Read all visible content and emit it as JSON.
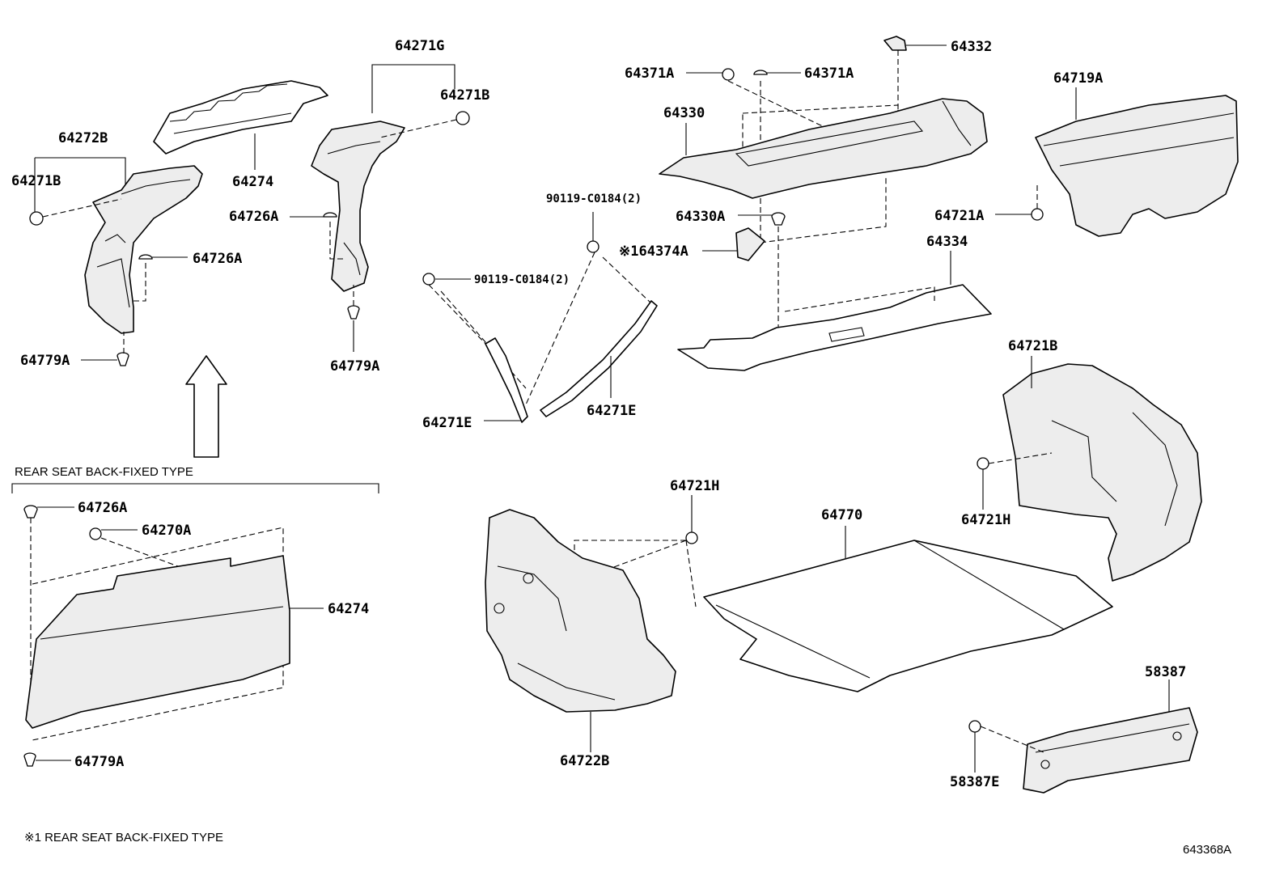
{
  "labels": {
    "l64271G": "64271G",
    "l64271B_top": "64271B",
    "l64272B": "64272B",
    "l64271B_left": "64271B",
    "l64274_top": "64274",
    "l64726A_mid": "64726A",
    "l64726A_left": "64726A",
    "l64779A_left": "64779A",
    "l64779A_mid": "64779A",
    "l90119_upper": "90119-C0184(2)",
    "l90119_lower": "90119-C0184(2)",
    "l64271E_left": "64271E",
    "l64271E_right": "64271E",
    "l64371A_left": "64371A",
    "l64371A_right": "64371A",
    "l64332": "64332",
    "l64330": "64330",
    "l64374A": "※164374A",
    "l64330A": "64330A",
    "l64334": "64334",
    "l64719A": "64719A",
    "l64721A": "64721A",
    "l64721B": "64721B",
    "l64721H_right": "64721H",
    "l64721H_mid": "64721H",
    "l64770": "64770",
    "l64722B": "64722B",
    "l58387": "58387",
    "l58387E": "58387E",
    "l64726A_box": "64726A",
    "l64270A_box": "64270A",
    "l64274_box": "64274",
    "l64779A_box": "64779A"
  },
  "notes": {
    "section_title": "REAR SEAT BACK-FIXED TYPE",
    "footnote": "※1 REAR SEAT BACK-FIXED TYPE",
    "diagram_id": "643368A"
  }
}
